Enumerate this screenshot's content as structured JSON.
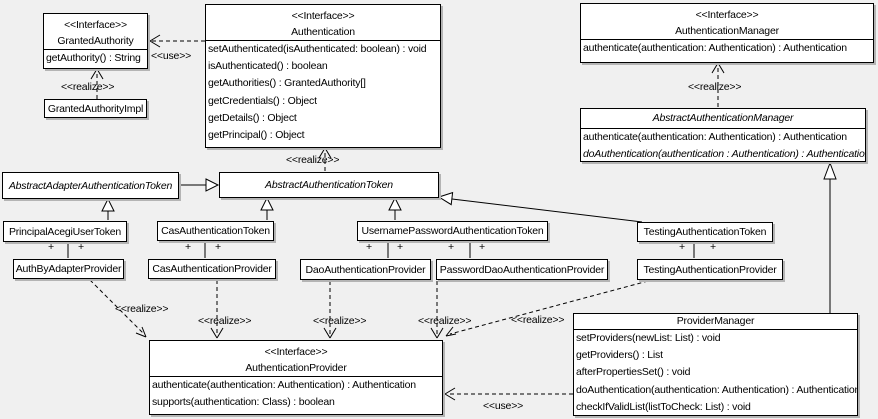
{
  "keywords": {
    "interface": "<<Interface>>",
    "use": "<<use>>",
    "realize": "<<realize>>",
    "plus": "+"
  },
  "colors": {
    "background": "#f0f0f0",
    "box_fill": "#ffffff",
    "border": "#000000",
    "shadow": "#b4b4b4"
  },
  "classes": {
    "granted_authority": {
      "name": "GrantedAuthority",
      "methods": [
        "getAuthority() : String"
      ]
    },
    "granted_authority_impl": {
      "name": "GrantedAuthorityImpl"
    },
    "authentication": {
      "name": "Authentication",
      "methods": [
        "setAuthenticated(isAuthenticated: boolean) : void",
        "isAuthenticated() : boolean",
        "getAuthorities() : GrantedAuthority[]",
        "getCredentials() : Object",
        "getDetails() : Object",
        "getPrincipal() : Object"
      ]
    },
    "authentication_manager": {
      "name": "AuthenticationManager",
      "methods": [
        "authenticate(authentication: Authentication) : Authentication"
      ]
    },
    "abstract_authentication_manager": {
      "name": "AbstractAuthenticationManager",
      "methods": [
        "authenticate(authentication: Authentication) : Authentication",
        "doAuthentication(authentication : Authentication) : Authentication"
      ]
    },
    "abstract_adapter_authentication_token": {
      "name": "AbstractAdapterAuthenticationToken"
    },
    "abstract_authentication_token": {
      "name": "AbstractAuthenticationToken"
    },
    "principal_acegi_user_token": {
      "name": "PrincipalAcegiUserToken"
    },
    "cas_authentication_token": {
      "name": "CasAuthenticationToken"
    },
    "username_password_authentication_token": {
      "name": "UsernamePasswordAuthenticationToken"
    },
    "testing_authentication_token": {
      "name": "TestingAuthenticationToken"
    },
    "auth_by_adapter_provider": {
      "name": "AuthByAdapterProvider"
    },
    "cas_authentication_provider": {
      "name": "CasAuthenticationProvider"
    },
    "dao_authentication_provider": {
      "name": "DaoAuthenticationProvider"
    },
    "password_dao_authentication_provider": {
      "name": "PasswordDaoAuthenticationProvider"
    },
    "testing_authentication_provider": {
      "name": "TestingAuthenticationProvider"
    },
    "authentication_provider": {
      "name": "AuthenticationProvider",
      "methods": [
        "authenticate(authentication: Authentication) : Authentication",
        "supports(authentication: Class) : boolean"
      ]
    },
    "provider_manager": {
      "name": "ProviderManager",
      "methods": [
        "setProviders(newList: List) : void",
        "getProviders() : List",
        "afterPropertiesSet() : void",
        "doAuthentication(authentication: Authentication) : Authentication",
        "checkIfValidList(listToCheck: List) : void"
      ]
    }
  },
  "relationships": [
    {
      "type": "use",
      "from": "Authentication",
      "to": "GrantedAuthority",
      "label": "<<use>>"
    },
    {
      "type": "realize",
      "from": "GrantedAuthorityImpl",
      "to": "GrantedAuthority",
      "label": "<<realize>>"
    },
    {
      "type": "realize",
      "from": "AbstractAuthenticationToken",
      "to": "Authentication",
      "label": "<<realize>>"
    },
    {
      "type": "realize",
      "from": "AbstractAuthenticationManager",
      "to": "AuthenticationManager",
      "label": "<<realize>>"
    },
    {
      "type": "generalization",
      "from": "AbstractAdapterAuthenticationToken",
      "to": "AbstractAuthenticationToken"
    },
    {
      "type": "generalization",
      "from": "PrincipalAcegiUserToken",
      "to": "AbstractAdapterAuthenticationToken"
    },
    {
      "type": "generalization",
      "from": "CasAuthenticationToken",
      "to": "AbstractAuthenticationToken"
    },
    {
      "type": "generalization",
      "from": "UsernamePasswordAuthenticationToken",
      "to": "AbstractAuthenticationToken"
    },
    {
      "type": "generalization",
      "from": "TestingAuthenticationToken",
      "to": "AbstractAuthenticationToken"
    },
    {
      "type": "generalization",
      "from": "ProviderManager",
      "to": "AbstractAuthenticationManager"
    },
    {
      "type": "association",
      "from": "PrincipalAcegiUserToken",
      "to": "AuthByAdapterProvider",
      "end_labels": [
        "+",
        "+"
      ]
    },
    {
      "type": "association",
      "from": "CasAuthenticationToken",
      "to": "CasAuthenticationProvider",
      "end_labels": [
        "+",
        "+"
      ]
    },
    {
      "type": "association",
      "from": "UsernamePasswordAuthenticationToken",
      "to": "DaoAuthenticationProvider",
      "end_labels": [
        "+",
        "+"
      ]
    },
    {
      "type": "association",
      "from": "UsernamePasswordAuthenticationToken",
      "to": "PasswordDaoAuthenticationProvider",
      "end_labels": [
        "+",
        "+"
      ]
    },
    {
      "type": "association",
      "from": "TestingAuthenticationToken",
      "to": "TestingAuthenticationProvider",
      "end_labels": [
        "+",
        "+"
      ]
    },
    {
      "type": "realize",
      "from": "AuthByAdapterProvider",
      "to": "AuthenticationProvider",
      "label": "<<realize>>"
    },
    {
      "type": "realize",
      "from": "CasAuthenticationProvider",
      "to": "AuthenticationProvider",
      "label": "<<realize>>"
    },
    {
      "type": "realize",
      "from": "DaoAuthenticationProvider",
      "to": "AuthenticationProvider",
      "label": "<<realize>>"
    },
    {
      "type": "realize",
      "from": "PasswordDaoAuthenticationProvider",
      "to": "AuthenticationProvider",
      "label": "<<realize>>"
    },
    {
      "type": "realize",
      "from": "TestingAuthenticationProvider",
      "to": "AuthenticationProvider",
      "label": "<<realize>>"
    },
    {
      "type": "use",
      "from": "ProviderManager",
      "to": "AuthenticationProvider",
      "label": "<<use>>"
    }
  ]
}
